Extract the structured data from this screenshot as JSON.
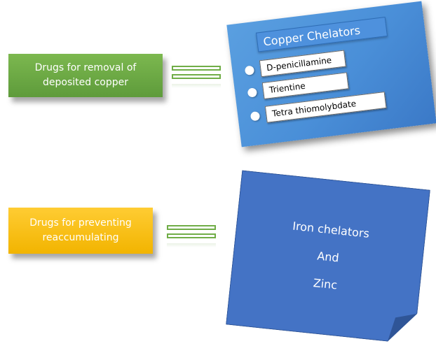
{
  "left_boxes": {
    "copper_removal": {
      "line1": "Drugs for removal of",
      "line2": "deposited copper",
      "color": "#70ad47"
    },
    "prevent": {
      "line1": "Drugs for preventing",
      "line2": "reaccumulating",
      "color": "#ffc000"
    }
  },
  "equals_icon": "equals-sign-icon",
  "copper_card": {
    "title": "Copper Chelators",
    "items": [
      "D-penicillamine",
      "Trientine",
      "Tetra thiomolybdate"
    ],
    "color": "#5b9bd5"
  },
  "sticky_note": {
    "line1": "Iron chelators",
    "line2": "And",
    "line3": "Zinc",
    "color": "#4472c4"
  }
}
